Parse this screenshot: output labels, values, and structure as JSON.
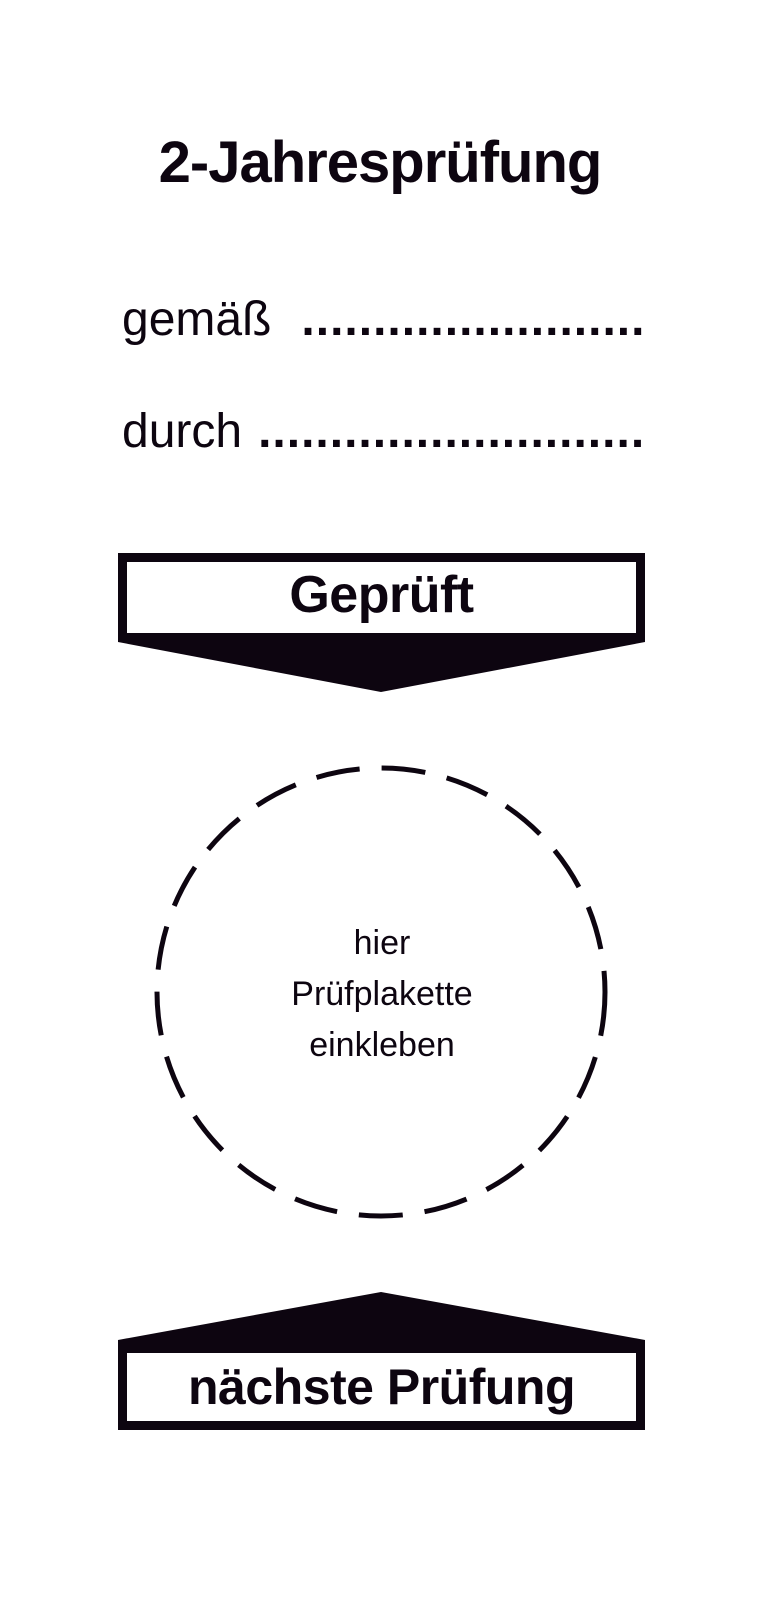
{
  "label": {
    "title": "2-Jahresprüfung",
    "fields": [
      {
        "label": "gemäß",
        "fill": "........................"
      },
      {
        "label": "durch",
        "fill": "..............................."
      }
    ],
    "checked_banner": "Geprüft",
    "sticker_area": {
      "line1": "hier",
      "line2": "Prüfplakette",
      "line3": "einkleben"
    },
    "next_banner": "nächste Prüfung"
  },
  "colors": {
    "ink": "#0d0510",
    "background": "#ffffff"
  }
}
